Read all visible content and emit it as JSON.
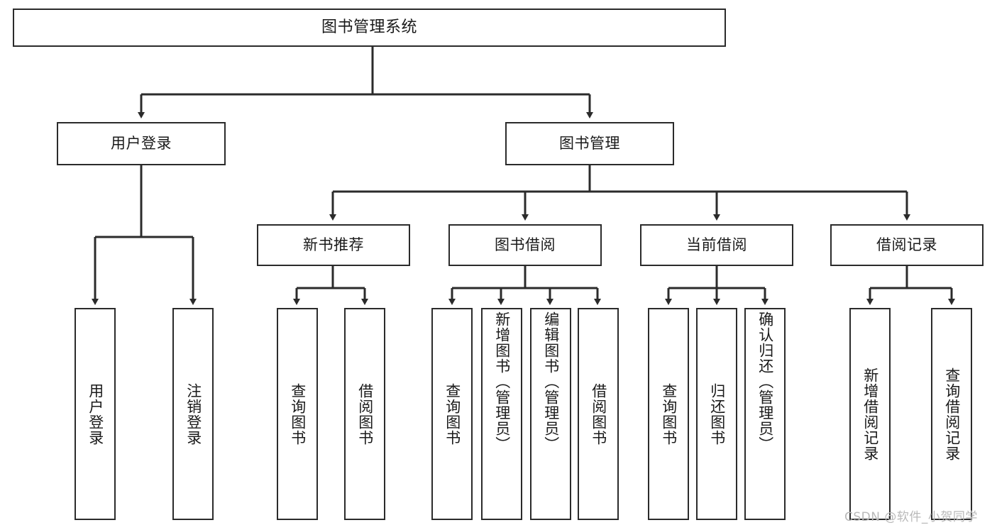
{
  "diagram": {
    "type": "tree-hierarchy",
    "title": "图书管理系统",
    "orientation": "top-down",
    "colors": {
      "box_border": "#2b2b2b",
      "box_fill": "#ffffff",
      "connector": "#2b2b2b",
      "text": "#1a1a1a",
      "watermark": "#b9b9b9"
    },
    "nodes": {
      "root": {
        "label": "图书管理系统"
      },
      "level2": [
        {
          "id": "user-login",
          "label": "用户登录"
        },
        {
          "id": "book-manage",
          "label": "图书管理"
        }
      ],
      "level3": [
        {
          "id": "new-book-recommend",
          "label": "新书推荐"
        },
        {
          "id": "book-borrow",
          "label": "图书借阅"
        },
        {
          "id": "current-borrow",
          "label": "当前借阅"
        },
        {
          "id": "borrow-record",
          "label": "借阅记录"
        }
      ],
      "leaves": {
        "user-login": [
          {
            "id": "leaf-user-login",
            "label": "用户登录"
          },
          {
            "id": "leaf-logout-login",
            "label": "注销登录"
          }
        ],
        "new-book-recommend": [
          {
            "id": "leaf-query-book-1",
            "label": "查询图书"
          },
          {
            "id": "leaf-borrow-book-1",
            "label": "借阅图书"
          }
        ],
        "book-borrow": [
          {
            "id": "leaf-query-book-2",
            "label": "查询图书"
          },
          {
            "id": "leaf-add-book",
            "label": "新增图书（管理员）"
          },
          {
            "id": "leaf-edit-book",
            "label": "编辑图书（管理员）"
          },
          {
            "id": "leaf-borrow-book-2",
            "label": "借阅图书"
          }
        ],
        "current-borrow": [
          {
            "id": "leaf-query-book-3",
            "label": "查询图书"
          },
          {
            "id": "leaf-return-book",
            "label": "归还图书"
          },
          {
            "id": "leaf-confirm-return",
            "label": "确认归还（管理员）"
          }
        ],
        "borrow-record": [
          {
            "id": "leaf-add-record",
            "label": "新增借阅记录"
          },
          {
            "id": "leaf-query-record",
            "label": "查询借阅记录"
          }
        ]
      }
    },
    "watermark": "CSDN @软件_小贺同学"
  }
}
